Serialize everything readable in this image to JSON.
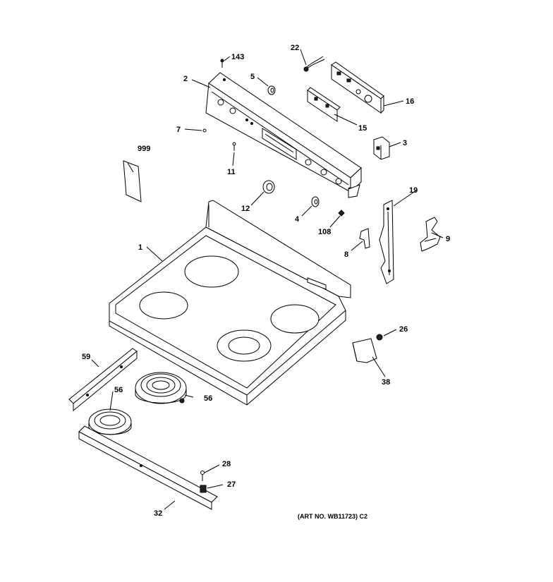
{
  "art_number": "(ART NO. WB11723) C2",
  "callouts": {
    "c1": "1",
    "c2": "2",
    "c3": "3",
    "c4": "4",
    "c5": "5",
    "c7": "7",
    "c8": "8",
    "c9": "9",
    "c11": "11",
    "c12": "12",
    "c15": "15",
    "c16": "16",
    "c19": "19",
    "c22": "22",
    "c26": "26",
    "c27": "27",
    "c28": "28",
    "c32": "32",
    "c38": "38",
    "c56a": "56",
    "c56b": "56",
    "c59": "59",
    "c108": "108",
    "c143": "143",
    "c999": "999"
  }
}
